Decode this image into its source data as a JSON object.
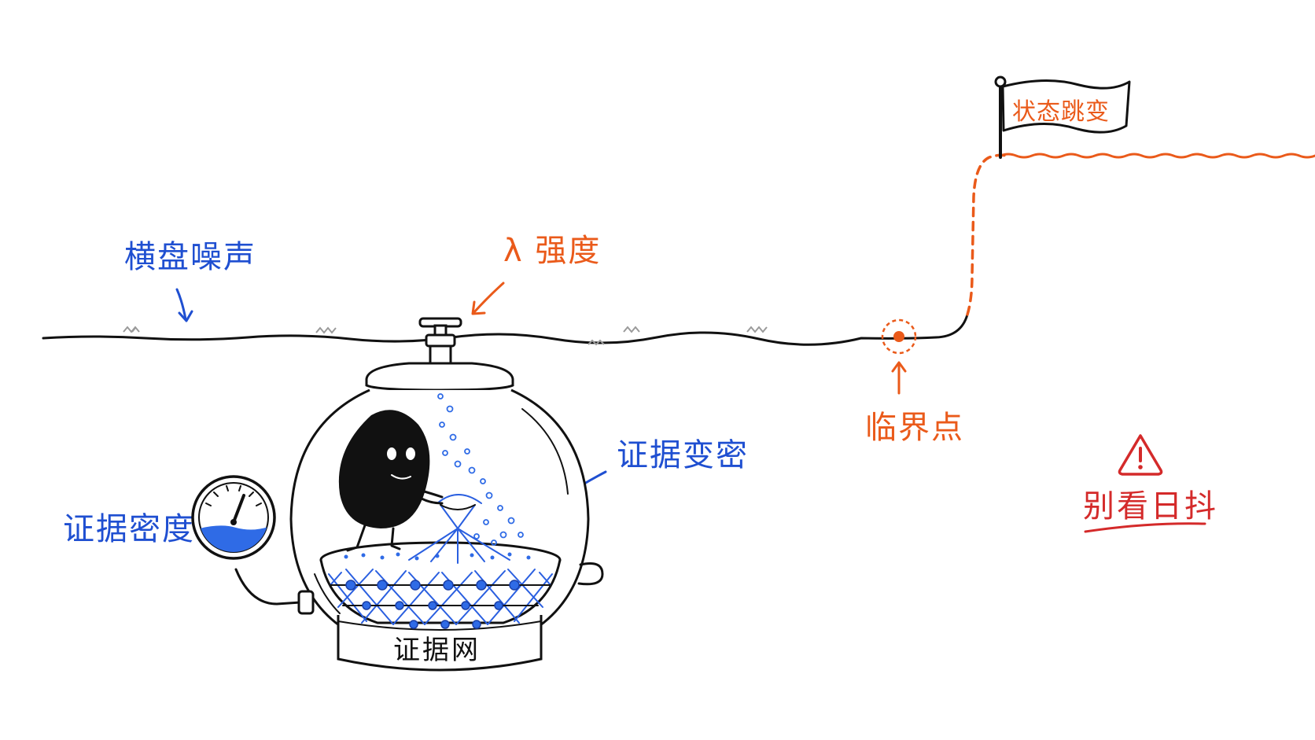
{
  "labels": {
    "plate_noise": "横盘噪声",
    "lambda_strength": "λ 强度",
    "flag_state_jump": "状态跳变",
    "critical_point": "临界点",
    "evidence_denser": "证据变密",
    "evidence_density": "证据密度",
    "evidence_net": "证据网",
    "dont_watch_daily": "别看日抖"
  },
  "colors": {
    "ink": "#111111",
    "blue": "#1f4fd1",
    "orange": "#ea5a1a",
    "red": "#d42a2a",
    "water": "#2f6be6"
  },
  "icons": {
    "warning": "warning-triangle-icon",
    "flag": "flag-icon",
    "gauge": "pressure-gauge-icon",
    "valve": "valve-icon"
  },
  "gauge": {
    "fill_fraction": 0.33
  }
}
